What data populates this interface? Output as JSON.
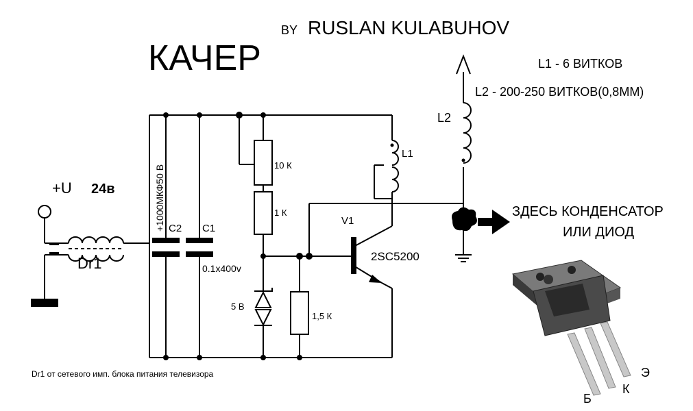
{
  "title": "КАЧЕР",
  "author_prefix": "BY",
  "author": "RUSLAN KULABUHOV",
  "supply": {
    "label": "+U",
    "voltage": "24в"
  },
  "choke": {
    "name": "Dr1",
    "note": "Dr1 от сетевого имп. блока питания телевизора"
  },
  "c2": {
    "name": "C2",
    "value": "+1000МКФ50 В"
  },
  "c1": {
    "name": "C1",
    "value": "0.1х400v"
  },
  "r_top": "10 К",
  "r_mid": "1 К",
  "r_low": "1,5 К",
  "zener": "5 В",
  "transistor": {
    "name": "V1",
    "part": "2SC5200"
  },
  "coils": {
    "l1": "L1",
    "l2": "L2"
  },
  "windings": {
    "l1": "L1 - 6 ВИТКОВ",
    "l2": "L2 - 200-250 ВИТКОВ(0,8ММ)"
  },
  "note_line1": "ЗДЕСЬ КОНДЕНСАТОР",
  "note_line2": "ИЛИ ДИОД",
  "pins": {
    "b": "Б",
    "k": "К",
    "e": "Э"
  },
  "colors": {
    "ink": "#000000",
    "package_body": "#4a4a4a",
    "package_tab": "#7a7a7a",
    "lead": "#c8c8c8"
  }
}
